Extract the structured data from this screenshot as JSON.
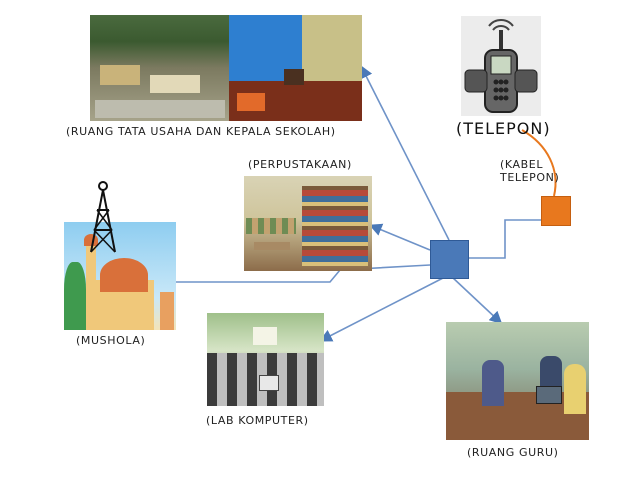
{
  "labels": {
    "tu": "(Ruang Tata Usaha dan Kepala Sekolah)",
    "telepon": "(Telepon)",
    "perpustakaan": "(Perpustakaan)",
    "kabel1": "(Kabel",
    "kabel2": "Telepon)",
    "mushola": "(Mushola)",
    "lab": "(Lab Komputer)",
    "guru": "(Ruang Guru)"
  },
  "colors": {
    "hub": "#4a79b8",
    "phone_box": "#e8781e",
    "line_blue": "#6f93c8",
    "line_orange": "#e8781e"
  },
  "icons": {
    "tower": "radio-tower-icon",
    "phone": "mobile-phone-icon"
  }
}
